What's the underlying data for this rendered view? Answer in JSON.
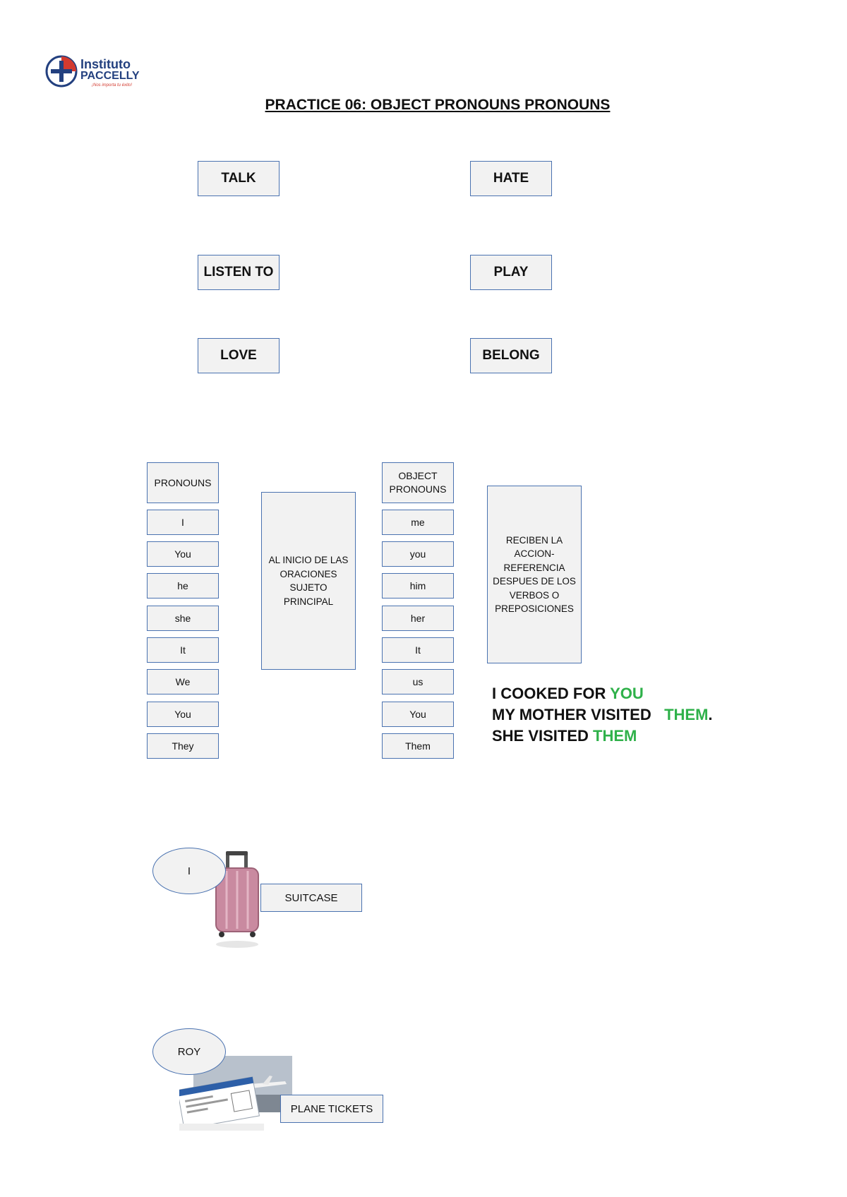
{
  "logo": {
    "line1": "Instituto",
    "line2": "PACCELLY",
    "tagline": "¡Nos importa tu éxito!",
    "colors": {
      "navy": "#23407f",
      "red": "#d33a2f"
    }
  },
  "title": "PRACTICE 06: OBJECT PRONOUNS PRONOUNS",
  "verbs": [
    "TALK",
    "HATE",
    "LISTEN TO",
    "PLAY",
    "LOVE",
    "BELONG"
  ],
  "subject_pronouns": {
    "header": "PRONOUNS",
    "items": [
      "I",
      "You",
      "he",
      "she",
      "It",
      "We",
      "You",
      "They"
    ]
  },
  "subject_note": "AL INICIO DE LAS ORACIONES SUJETO PRINCIPAL",
  "object_pronouns": {
    "header": "OBJECT PRONOUNS",
    "items": [
      "me",
      "you",
      "him",
      "her",
      "It",
      "us",
      "You",
      "Them"
    ]
  },
  "object_note": "RECIBEN LA ACCION- REFERENCIA DESPUES DE LOS VERBOS O PREPOSICIONES",
  "examples": [
    {
      "text": "I COOKED FOR ",
      "highlight": "YOU",
      "tail": ""
    },
    {
      "text": "MY MOTHER VISITED   ",
      "highlight": "THEM",
      "tail": "."
    },
    {
      "text": "SHE VISITED ",
      "highlight": "THEM",
      "tail": ""
    }
  ],
  "example_highlight_color": "#2fb14a",
  "exercise1": {
    "subject": "I",
    "object_label": "SUITCASE",
    "image_icon": "suitcase-icon"
  },
  "exercise2": {
    "subject": "ROY",
    "object_label": "PLANE TICKETS",
    "image_icon": "plane-tickets-icon"
  }
}
